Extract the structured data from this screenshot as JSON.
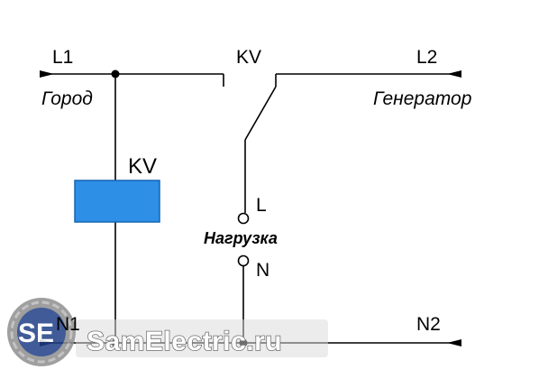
{
  "labels": {
    "l1": "L1",
    "l2": "L2",
    "kv_top": "KV",
    "kv_coil": "KV",
    "city": "Город",
    "generator": "Генератор",
    "terminal_l": "L",
    "terminal_n": "N",
    "load": "Нагрузка",
    "n1": "N1",
    "n2": "N2"
  },
  "colors": {
    "wire": "#000000",
    "coil_fill": "#2e8fe6",
    "coil_stroke": "#1565b0"
  },
  "watermark": {
    "logo_text": "SE",
    "site_text": "SamElectric.ru"
  }
}
